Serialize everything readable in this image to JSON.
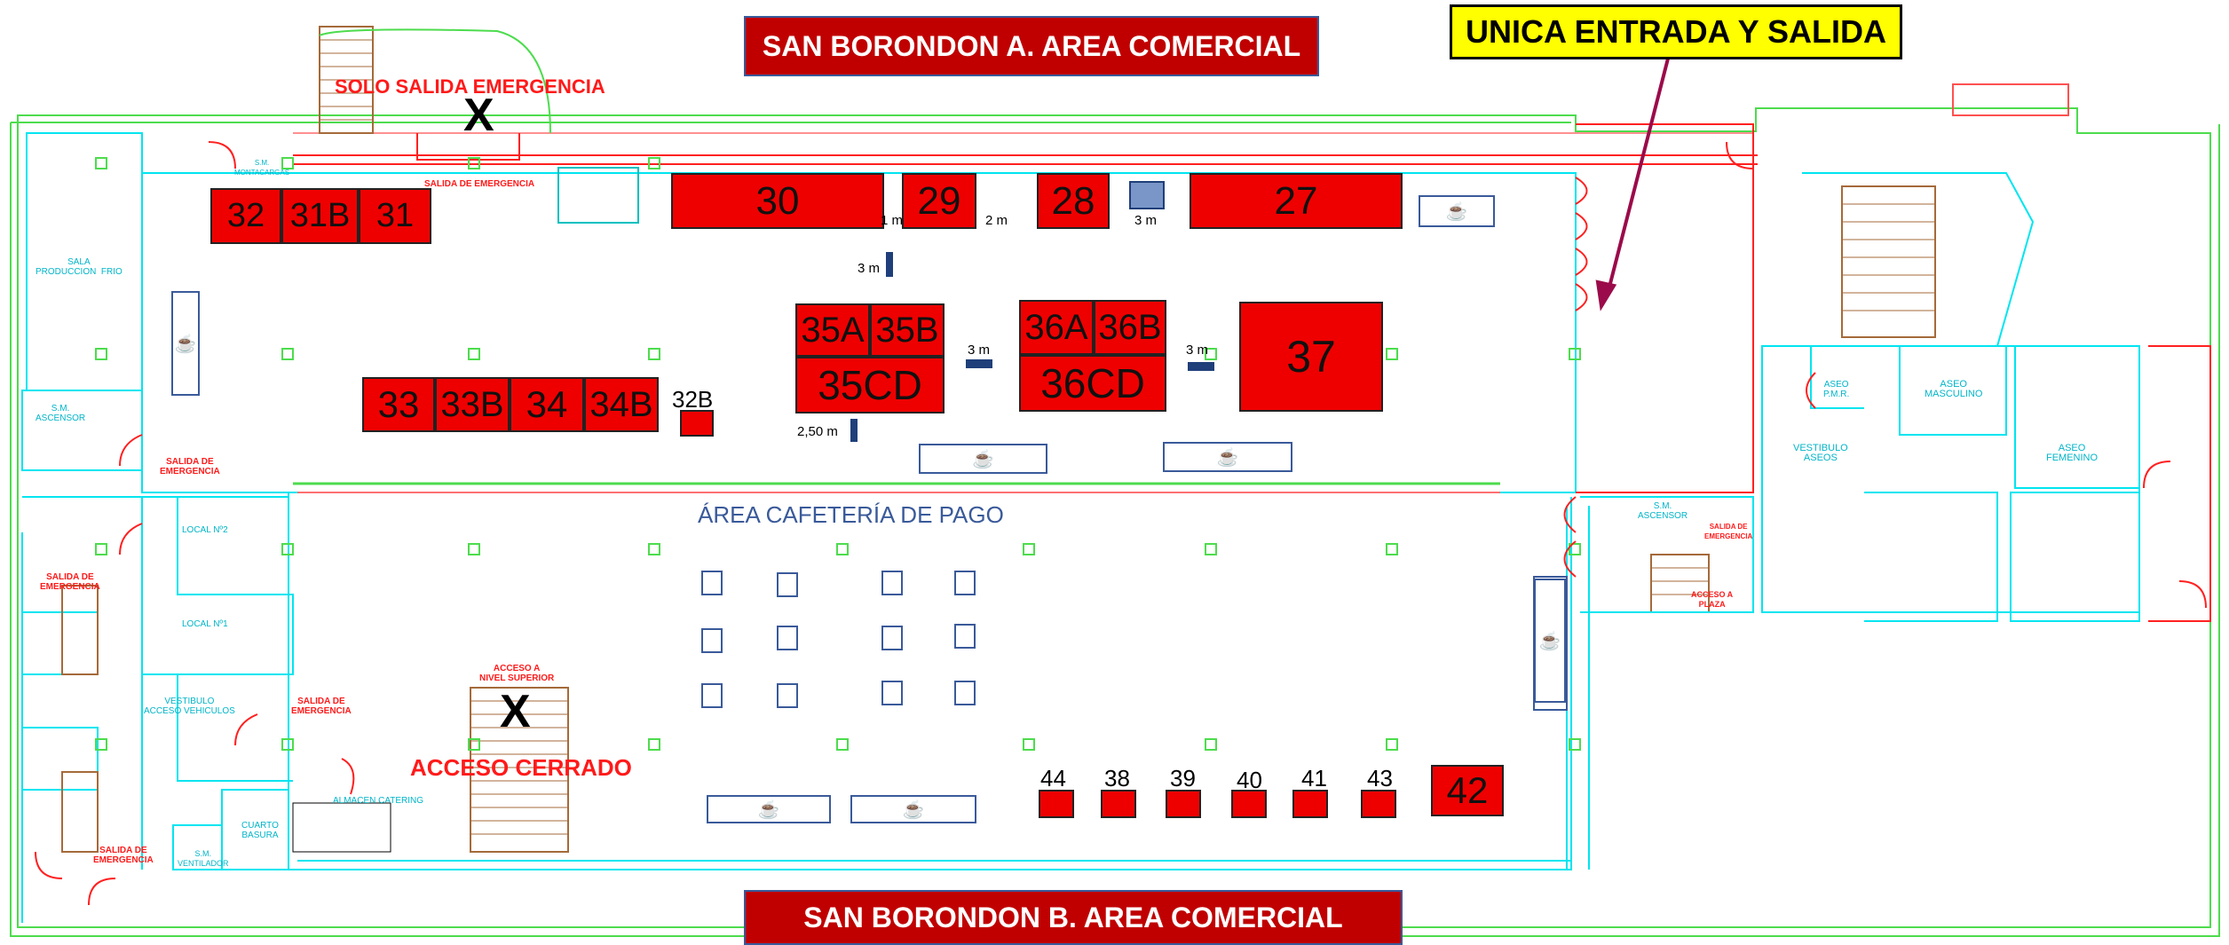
{
  "banners": {
    "top": "SAN BORONDON A.  AREA COMERCIAL",
    "bottom": "SAN BORONDON B.  AREA COMERCIAL",
    "entrance": "UNICA ENTRADA Y SALIDA"
  },
  "notices": {
    "emergency_only": "SOLO SALIDA EMERGENCIA",
    "closed_access": "ACCESO CERRADO",
    "cafe_area": "ÁREA CAFETERÍA  DE PAGO",
    "x_mark": "X"
  },
  "stands": [
    {
      "id": "32",
      "label": "32"
    },
    {
      "id": "31B",
      "label": "31B"
    },
    {
      "id": "31",
      "label": "31"
    },
    {
      "id": "30",
      "label": "30"
    },
    {
      "id": "29",
      "label": "29"
    },
    {
      "id": "28",
      "label": "28"
    },
    {
      "id": "27",
      "label": "27"
    },
    {
      "id": "35A",
      "label": "35A"
    },
    {
      "id": "35B",
      "label": "35B"
    },
    {
      "id": "35CD",
      "label": "35CD"
    },
    {
      "id": "36A",
      "label": "36A"
    },
    {
      "id": "36B",
      "label": "36B"
    },
    {
      "id": "36CD",
      "label": "36CD"
    },
    {
      "id": "37",
      "label": "37"
    },
    {
      "id": "33",
      "label": "33"
    },
    {
      "id": "33B",
      "label": "33B"
    },
    {
      "id": "34",
      "label": "34"
    },
    {
      "id": "34B",
      "label": "34B"
    },
    {
      "id": "32B",
      "label": "32B"
    },
    {
      "id": "44",
      "label": "44"
    },
    {
      "id": "38",
      "label": "38"
    },
    {
      "id": "39",
      "label": "39"
    },
    {
      "id": "40",
      "label": "40"
    },
    {
      "id": "41",
      "label": "41"
    },
    {
      "id": "43",
      "label": "43"
    },
    {
      "id": "42",
      "label": "42"
    }
  ],
  "gaps": {
    "g1": "1 m",
    "g2": "2 m",
    "g3": "3 m",
    "g4": "3 m",
    "g5": "3 m",
    "g6": "3 m",
    "g7": "2,50 m"
  },
  "rooms": {
    "sala": "SALA\nPRODUCCION  FRIO",
    "sm_montacargas": "S.M.\nMONTACARGAS",
    "salida_emergencia_top": "SALIDA DE EMERGENCIA",
    "sm_ascensor_left": "S.M.\nASCENSOR",
    "salida_emergencia_left1": "SALIDA DE\nEMERGENCIA",
    "local2": "LOCAL Nº2",
    "local1": "LOCAL Nº1",
    "salida_emergencia_left2": "SALIDA DE\nEMERGENCIA",
    "vestibulo_vehiculos": "VESTIBULO\nACCESO VEHICULOS",
    "salida_emergencia_mid": "SALIDA DE\nEMERGENCIA",
    "acceso_nivel": "ACCESO A\nNIVEL SUPERIOR",
    "almacen": "ALMACEN  CATERING",
    "cuarto_basura": "CUARTO\nBASURA",
    "sm_ventilador": "S.M.\nVENTILADOR",
    "salida_emergencia_bottom": "SALIDA DE\nEMERGENCIA",
    "sm_ascensor_right": "S.M.\nASCENSOR",
    "salida_emergencia_right": "SALIDA DE\nEMERGENCIA",
    "acceso_plaza": "ACCESO A\nPLAZA",
    "aseo_pmr": "ASEO\nP.M.R.",
    "aseo_masculino": "ASEO\nMASCULINO",
    "aseo_femenino": "ASEO\nFEMENINO",
    "vestibulo_aseos": "VESTIBULO\nASEOS"
  },
  "colors": {
    "stand": "#ee0000",
    "banner": "#c00000",
    "entrance": "#ffff00",
    "wall_cyan": "#00e5f0",
    "wall_green": "#4ddc4d",
    "wall_red": "#ff2020",
    "navy": "#1f3f7a",
    "arrow": "#9b0a4a"
  },
  "icons": {
    "cafe": "coffee-cup-icon"
  }
}
